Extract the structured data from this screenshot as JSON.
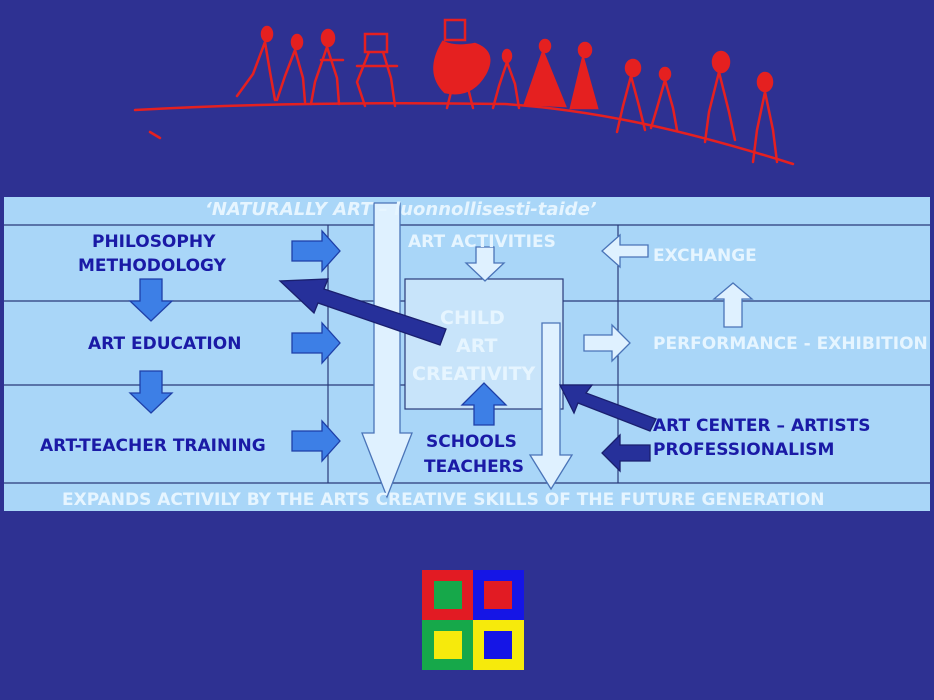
{
  "colors": {
    "background": "#2e3192",
    "panel": "#a9d6f8",
    "red_figures": "#e52020",
    "dark_text": "#1a1aa6",
    "pale_text": "#e6f5ff",
    "logo_red": "#e21b23",
    "logo_blue": "#1515e6",
    "logo_green": "#16a84a",
    "logo_yellow": "#f6ea0c"
  },
  "decoration": {
    "figures": "child-drawing-figures",
    "logo": "four-squares-logo"
  },
  "diagram": {
    "title": "‘NATURALLY ART – luonnollisesti-taide’",
    "left_column": [
      "PHILOSOPHY",
      "METHODOLOGY",
      "ART EDUCATION",
      "ART-TEACHER TRAINING"
    ],
    "center": {
      "top": "ART ACTIVITIES",
      "core": [
        "CHILD",
        "ART",
        "CREATIVITY"
      ],
      "bottom": [
        "SCHOOLS",
        "TEACHERS"
      ]
    },
    "right_column": [
      "EXCHANGE",
      "PERFORMANCE - EXHIBITION",
      "ART CENTER – ARTISTS",
      "PROFESSIONALISM"
    ],
    "footer": "EXPANDS ACTIVILY BY THE ARTS CREATIVE SKILLS OF THE FUTURE GENERATION"
  }
}
